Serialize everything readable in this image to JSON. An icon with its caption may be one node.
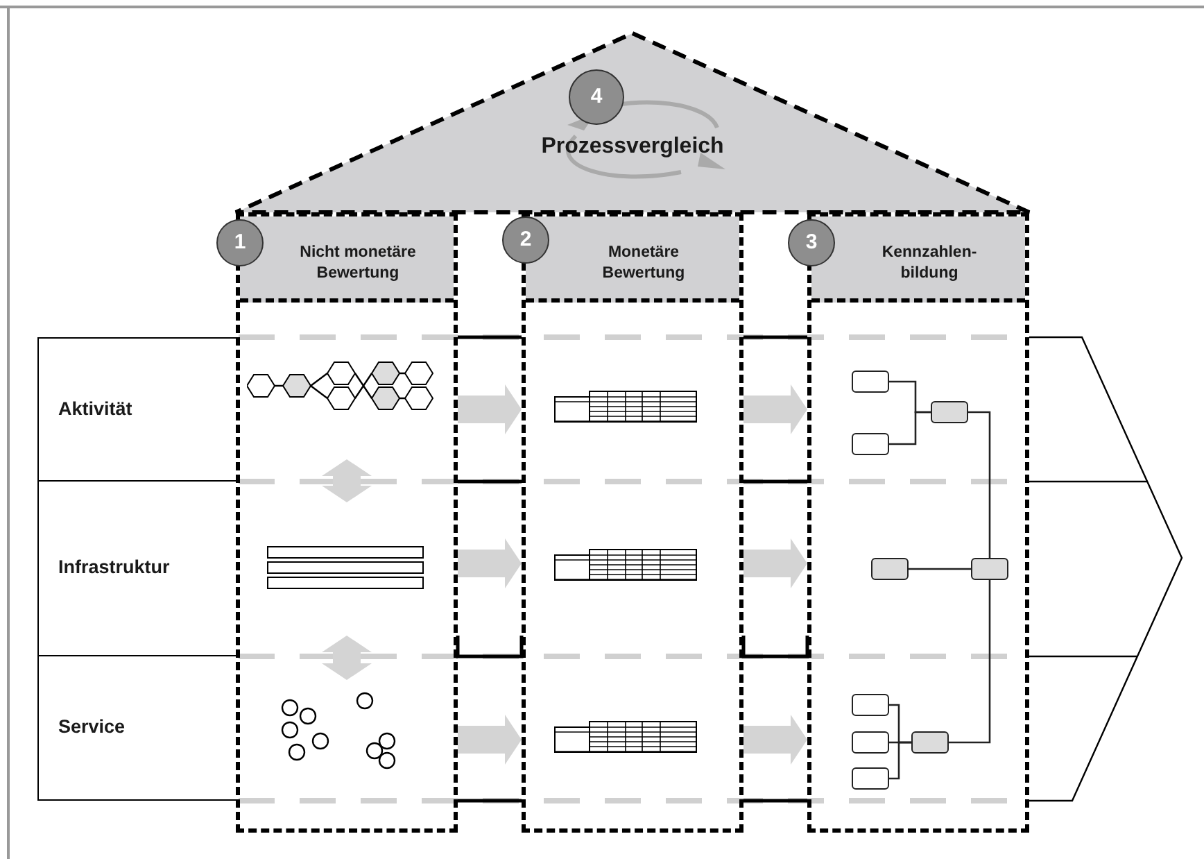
{
  "diagram": {
    "nodes": [
      {
        "text": [
          "Prozessvergleich"
        ]
      },
      {
        "text": [
          "4"
        ],
        "in": 0
      },
      {
        "text": [
          "Nicht monetäre Bewertung"
        ]
      },
      {
        "text": [
          "1"
        ]
      },
      {
        "text": [
          "Monetäre Bewertung"
        ]
      },
      {
        "text": [
          "2"
        ]
      },
      {
        "text": [
          "Kennzahlen- bildung"
        ]
      },
      {
        "text": [
          "3"
        ]
      },
      {
        "text": [
          "Aktivität"
        ]
      },
      {
        "text": [
          "Infrastruktur"
        ]
      },
      {
        "text": [
          "Service"
        ]
      },
      {
        "text": [],
        "shape": "picture",
        "in": 2
      },
      {
        "text": [],
        "shape": "picture",
        "in": 2
      },
      {
        "text": [],
        "shape": "picture",
        "in": 2
      },
      {
        "text": [],
        "shape": "picture",
        "in": 4
      },
      {
        "text": [],
        "shape": "picture",
        "in": 4
      },
      {
        "text": [],
        "shape": "picture",
        "in": 4
      },
      {
        "text": [],
        "shape": "box",
        "in": 6
      },
      {
        "text": [],
        "shape": "box",
        "in": 6
      },
      {
        "text": [],
        "shape": "box",
        "in": 6
      },
      {
        "text": [],
        "shape": "box",
        "in": 6
      },
      {
        "text": [],
        "shape": "box",
        "in": 6
      },
      {
        "text": [],
        "shape": "box",
        "in": 6
      },
      {
        "text": [],
        "shape": "box",
        "in": 6
      },
      {
        "text": [],
        "shape": "box",
        "in": 6
      },
      {
        "text": [],
        "shape": "box",
        "in": 6
      }
    ],
    "edges": [
      {
        "from": 2,
        "to": 4,
        "arrow": "to",
        "style": "thick",
        "color": "#d4d4d4"
      },
      {
        "from": 2,
        "to": 4,
        "arrow": "to",
        "style": "thick",
        "color": "#d4d4d4"
      },
      {
        "from": 2,
        "to": 4,
        "arrow": "to",
        "style": "thick",
        "color": "#d4d4d4"
      },
      {
        "from": 4,
        "to": 6,
        "arrow": "to",
        "style": "thick",
        "color": "#d4d4d4"
      },
      {
        "from": 4,
        "to": 6,
        "arrow": "to",
        "style": "thick",
        "color": "#d4d4d4"
      },
      {
        "from": 4,
        "to": 6,
        "arrow": "to",
        "style": "thick",
        "color": "#d4d4d4"
      },
      {
        "from": 11,
        "to": 12,
        "arrow": "both",
        "style": "thick",
        "color": "#d4d4d4"
      },
      {
        "from": 12,
        "to": 13,
        "arrow": "both",
        "style": "thick",
        "color": "#d4d4d4"
      },
      {
        "from": 17,
        "to": 19,
        "arrow": "none",
        "color": "#222222"
      },
      {
        "from": 18,
        "to": 19,
        "arrow": "none",
        "color": "#222222"
      },
      {
        "from": 19,
        "to": 21,
        "arrow": "none",
        "color": "#222222"
      },
      {
        "from": 20,
        "to": 21,
        "arrow": "none",
        "color": "#222222"
      },
      {
        "from": 22,
        "to": 25,
        "arrow": "none",
        "color": "#222222"
      },
      {
        "from": 23,
        "to": 25,
        "arrow": "none",
        "color": "#222222"
      },
      {
        "from": 24,
        "to": 25,
        "arrow": "none",
        "color": "#222222"
      },
      {
        "from": 25,
        "to": 21,
        "arrow": "none",
        "color": "#222222"
      }
    ]
  }
}
